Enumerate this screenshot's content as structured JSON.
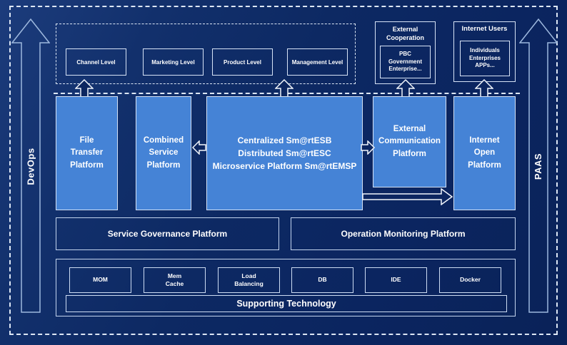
{
  "rails": {
    "devops": "DevOps",
    "paas": "PAAS"
  },
  "levels": [
    "Channel Level",
    "Marketing Level",
    "Product Level",
    "Management Level"
  ],
  "external_cooperation": {
    "title": "External Cooperation",
    "content": "PBC Government Enterprise..."
  },
  "internet_users": {
    "title": "Internet Users",
    "content": "Individuals Enterprises APPs..."
  },
  "platforms": {
    "file_transfer": "File Transfer Platform",
    "combined_service": "Combined Service Platform",
    "esb": {
      "line1": "Centralized Sm@rtESB",
      "line2": "Distributed Sm@rtESC",
      "line3": "Microservice Platform Sm@rtEMSP"
    },
    "external_communication": "External Communication Platform",
    "internet_open": "Internet Open Platform"
  },
  "governance_row": {
    "service_governance": "Service Governance Platform",
    "operation_monitoring": "Operation Monitoring Platform"
  },
  "supporting": {
    "title": "Supporting Technology",
    "items": [
      "MOM",
      "Mem Cache",
      "Load Balancing",
      "DB",
      "IDE",
      "Docker"
    ]
  },
  "colors": {
    "background": "#0d2963",
    "platform_fill": "#4583d6",
    "border_light": "#d7e3f6",
    "text": "#ffffff"
  }
}
